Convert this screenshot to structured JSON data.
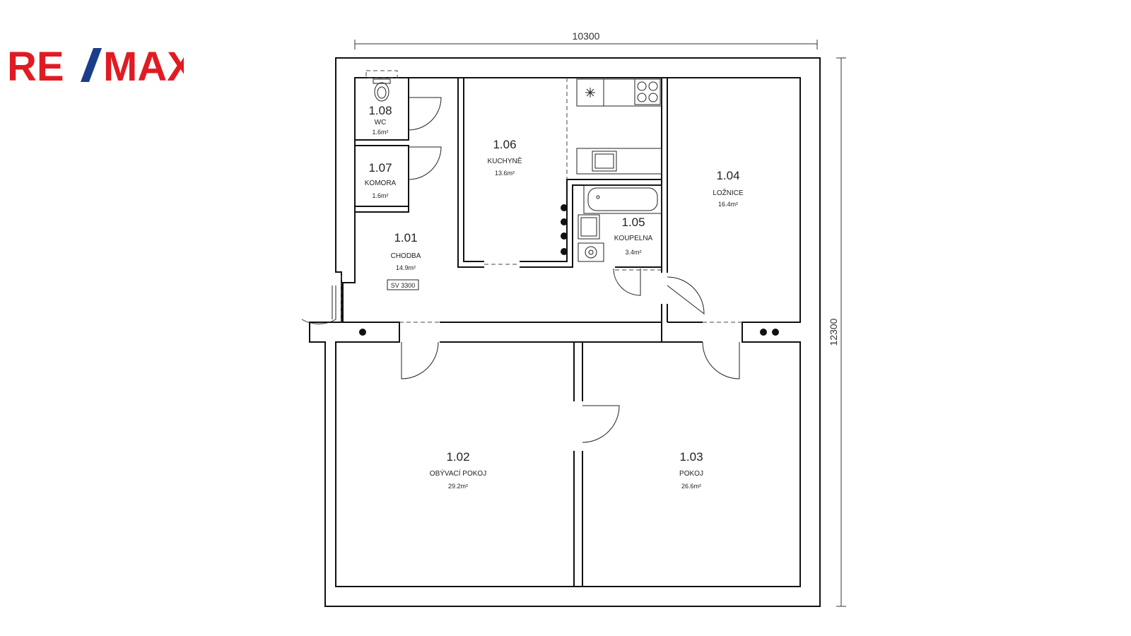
{
  "logo": {
    "text_left": "RE",
    "text_right": "MAX",
    "red": "#e11b22",
    "blue": "#1a3e8c"
  },
  "dimensions": {
    "width": "10300",
    "height": "12300"
  },
  "level_tag": "SV 3300",
  "rooms": [
    {
      "id": "r108",
      "number": "1.08",
      "name": "WC",
      "area": "1.6m²"
    },
    {
      "id": "r107",
      "number": "1.07",
      "name": "KOMORA",
      "area": "1.6m²"
    },
    {
      "id": "r106",
      "number": "1.06",
      "name": "KUCHYNĚ",
      "area": "13.6m²"
    },
    {
      "id": "r104",
      "number": "1.04",
      "name": "LOŽNICE",
      "area": "16.4m²"
    },
    {
      "id": "r105",
      "number": "1.05",
      "name": "KOUPELNA",
      "area": "3.4m²"
    },
    {
      "id": "r101",
      "number": "1.01",
      "name": "CHODBA",
      "area": "14.9m²"
    },
    {
      "id": "r102",
      "number": "1.02",
      "name": "OBÝVACÍ POKOJ",
      "area": "29.2m²"
    },
    {
      "id": "r103",
      "number": "1.03",
      "name": "POKOJ",
      "area": "26.6m²"
    }
  ]
}
